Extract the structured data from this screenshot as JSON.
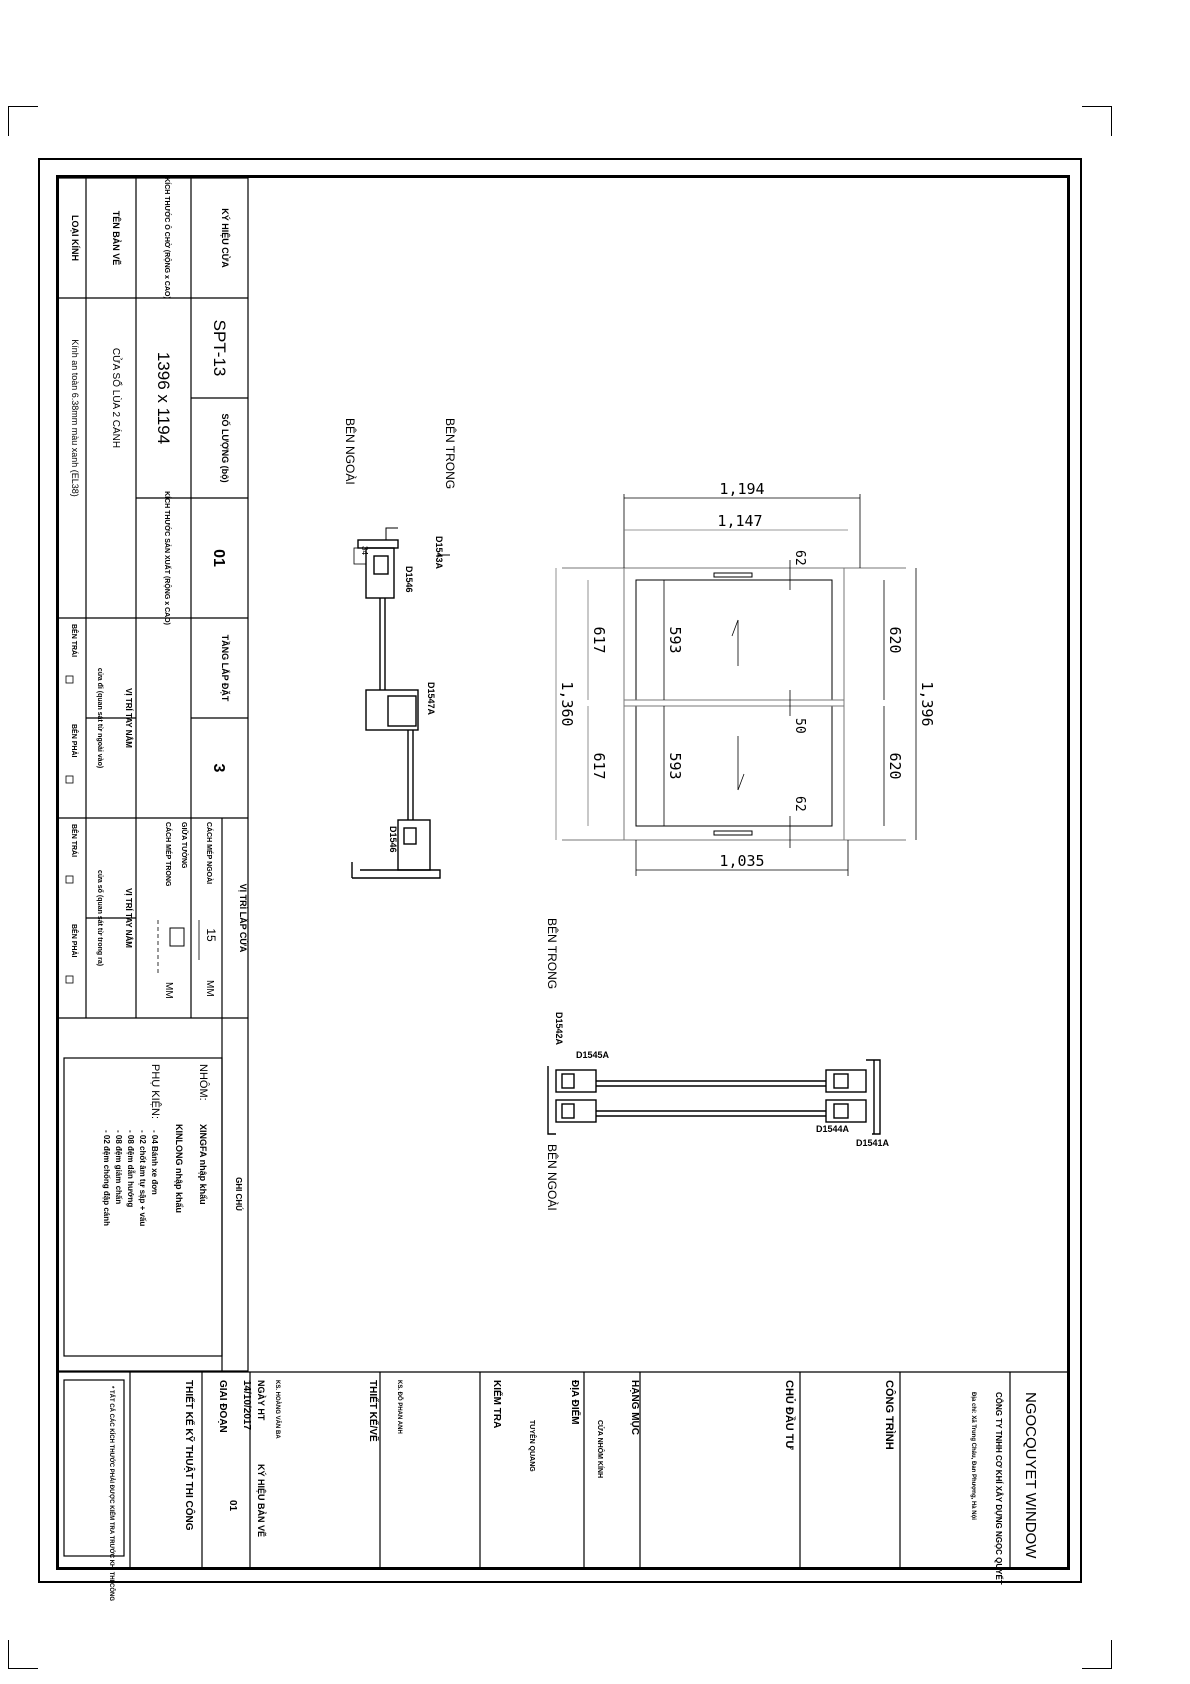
{
  "left_table": {
    "header_door_code": "KÝ HIỆU CỬA",
    "door_code": "SPT-13",
    "header_quantity": "SỐ LƯỢNG (bộ)",
    "quantity": "01",
    "header_wall_opening": "KÍCH THƯỚC Ô CHỜ (RỘNG x CAO)",
    "wall_opening": "1396 x 1194",
    "header_production_size": "KÍCH THƯỚC SẢN XUẤT (RỘNG x CAO)",
    "header_floor": "TẦNG LẮP ĐẶT",
    "floor": "3",
    "header_drawing_name": "TÊN BẢN VẼ",
    "drawing_name": "CỬA SỔ LÙA 2 CÁNH",
    "header_glass_type": "LOẠI KÍNH",
    "glass_type": "Kính an toàn 6.38mm màu xanh (EL38)",
    "handle_position_1": "VỊ TRÍ TAY NẮM",
    "handle_note_1": "cửa đi (quan sát từ ngoài vào)",
    "handle_position_2": "VỊ TRÍ TAY NẮM",
    "handle_note_2": "cửa sổ (quan sát từ trong ra)",
    "left_side": "BÊN TRÁI",
    "right_side": "BÊN PHẢI",
    "install_position": "VỊ TRÍ LẮP CỬA",
    "from_outside": "CÁCH MÉP NGOÀI",
    "from_outside_value": "15",
    "unit_mm": "MM",
    "wall_center": "GIỮA TƯỜNG",
    "from_inside": "CÁCH MÉP TRONG",
    "notes_header": "GHI CHÚ",
    "aluminum_label": "NHÔM:",
    "aluminum_value": "XINGFA nhập khẩu",
    "accessories_label": "PHỤ KIỆN:",
    "accessories_brand": "KINLONG nhập khẩu",
    "accessories": [
      "- 04 Bánh xe đơn",
      "- 02 chốt âm tự sập + vấu",
      "- 08 đệm dẫn hướng",
      "- 08 đệm giảm chấn",
      "- 02 đệm chống đập cánh"
    ]
  },
  "drawing": {
    "inside_label": "BÊN TRONG",
    "outside_label": "BÊN NGOÀI",
    "dims": {
      "width_overall": "1,194",
      "width_frame": "1,147",
      "width_bottom": "1,035",
      "height_overall": "1,396",
      "height_frame": "1,360",
      "sash_top": "62",
      "sash_bottom": "62",
      "mid_gap": "50",
      "glass_1": "593",
      "glass_2": "593",
      "sash_1": "617",
      "sash_2": "617",
      "outer_1": "620",
      "outer_2": "620"
    },
    "section_vertical": {
      "profiles": [
        "D1543A",
        "D1546",
        "D1547A",
        "D1546"
      ],
      "small_dim": "34"
    },
    "section_horizontal": {
      "profiles": [
        "D1542A",
        "D1545A",
        "D1544A",
        "D1541A"
      ]
    }
  },
  "title_block": {
    "brand": "NGOCQUYET WINDOW",
    "company": "CÔNG TY TNHH CƠ KHÍ XÂY DỰNG NGỌC QUYẾT",
    "address": "Địa chỉ: Xã Trung Châu, Đan Phượng, Hà Nội",
    "project_label": "CÔNG TRÌNH",
    "investor_label": "CHỦ ĐẦU TƯ",
    "item_label": "HẠNG MỤC",
    "item_value": "CỬA NHÔM KÍNH",
    "location_label": "ĐỊA ĐIỂM",
    "location_value": "TUYÊN QUANG",
    "check_label": "KIỂM TRA",
    "check_person": "KS. ĐỖ PHAN ANH",
    "design_label": "THIẾT KẾ/VẼ",
    "design_person": "KS. HOÀNG VĂN BA",
    "date_label": "NGÀY HT",
    "drawing_no_label": "KÝ HIỆU BẢN VẼ",
    "date": "14/10/2017",
    "drawing_no": "01",
    "stage_label": "GIAI ĐOẠN",
    "stage_value": "THIẾT KẾ KỸ THUẬT THI CÔNG",
    "note": "* TẤT CẢ CÁC KÍCH THƯỚC PHẢI ĐƯỢC KIỂM TRA TRƯỚC KHI THI CÔNG"
  }
}
